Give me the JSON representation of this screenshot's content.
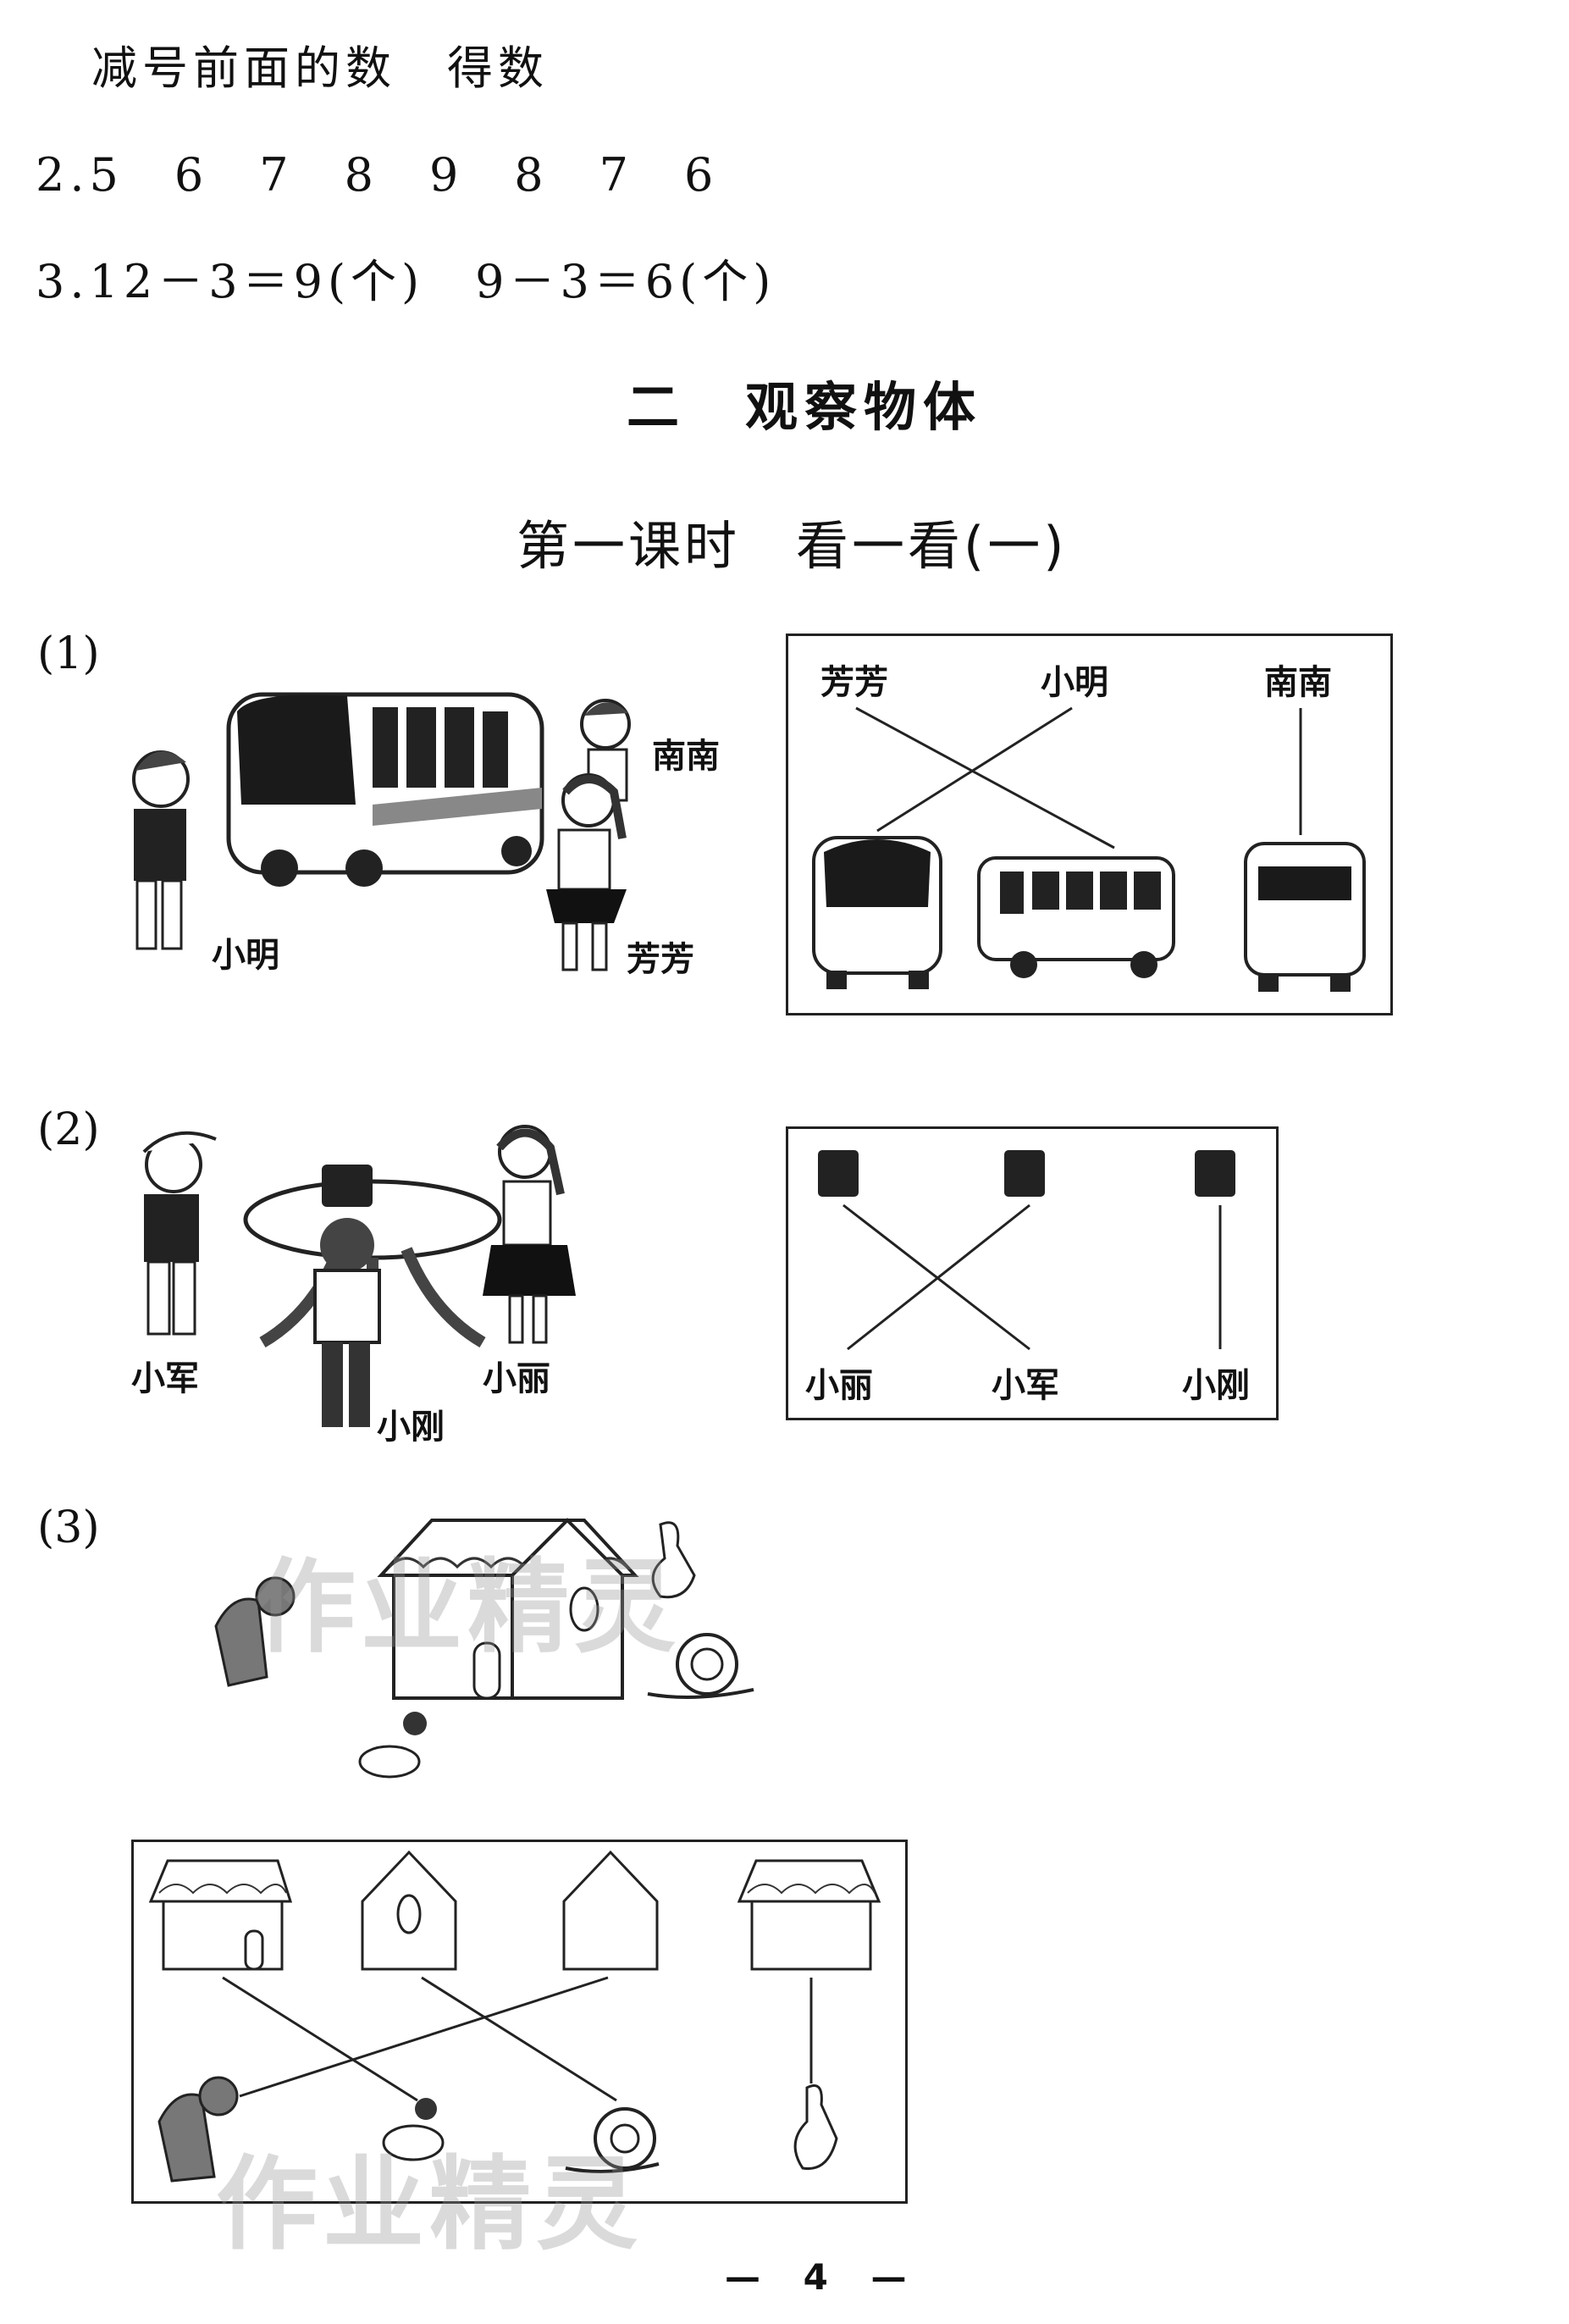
{
  "answers": {
    "line1": "减号前面的数　得数",
    "line2": "2.5　6　7　8　9　8　7　6",
    "line3": "3.12－3＝9(个)　9－3＝6(个)"
  },
  "section_title": "二　观察物体",
  "lesson_title": "第一课时　看一看(一)",
  "q1": {
    "num": "(1)",
    "scene_labels": {
      "nannan": "南南",
      "xiaoming": "小明",
      "fangfang": "芳芳"
    },
    "answer_labels": [
      "芳芳",
      "小明",
      "南南"
    ]
  },
  "q2": {
    "num": "(2)",
    "scene_labels": {
      "xiaojun": "小军",
      "xiaoli": "小丽",
      "xiaogang": "小刚"
    },
    "answer_labels": [
      "小丽",
      "小军",
      "小刚"
    ]
  },
  "q3": {
    "num": "(3)"
  },
  "watermark": "作业精灵",
  "footer": {
    "page_number": "— 4 —"
  }
}
